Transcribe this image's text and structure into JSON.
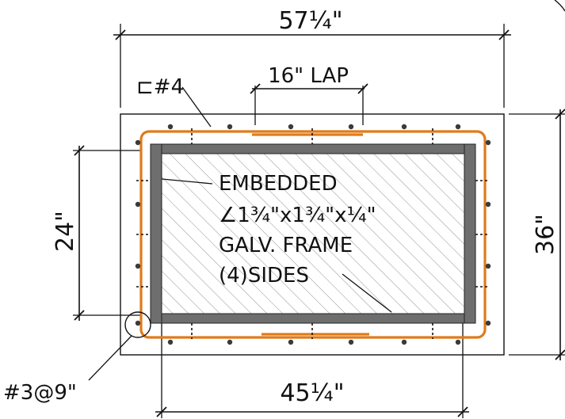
{
  "drawing": {
    "labels": {
      "overall_width": "57¼\"",
      "overall_height": "36\"",
      "opening_height": "24\"",
      "opening_width": "45¼\"",
      "lap": "16\" LAP",
      "rebar": "⊏#4",
      "ties": "#3@9\"",
      "note_line1": "EMBEDDED",
      "note_line2": "∠1¾\"x1¾\"x¼\"",
      "note_line3": "GALV. FRAME",
      "note_line4": "(4)SIDES"
    },
    "colors": {
      "rebar_loop": "#e07b1a",
      "frame": "#6e6e6e",
      "linework": "#111111",
      "hatch": "#9a9a9a"
    }
  }
}
